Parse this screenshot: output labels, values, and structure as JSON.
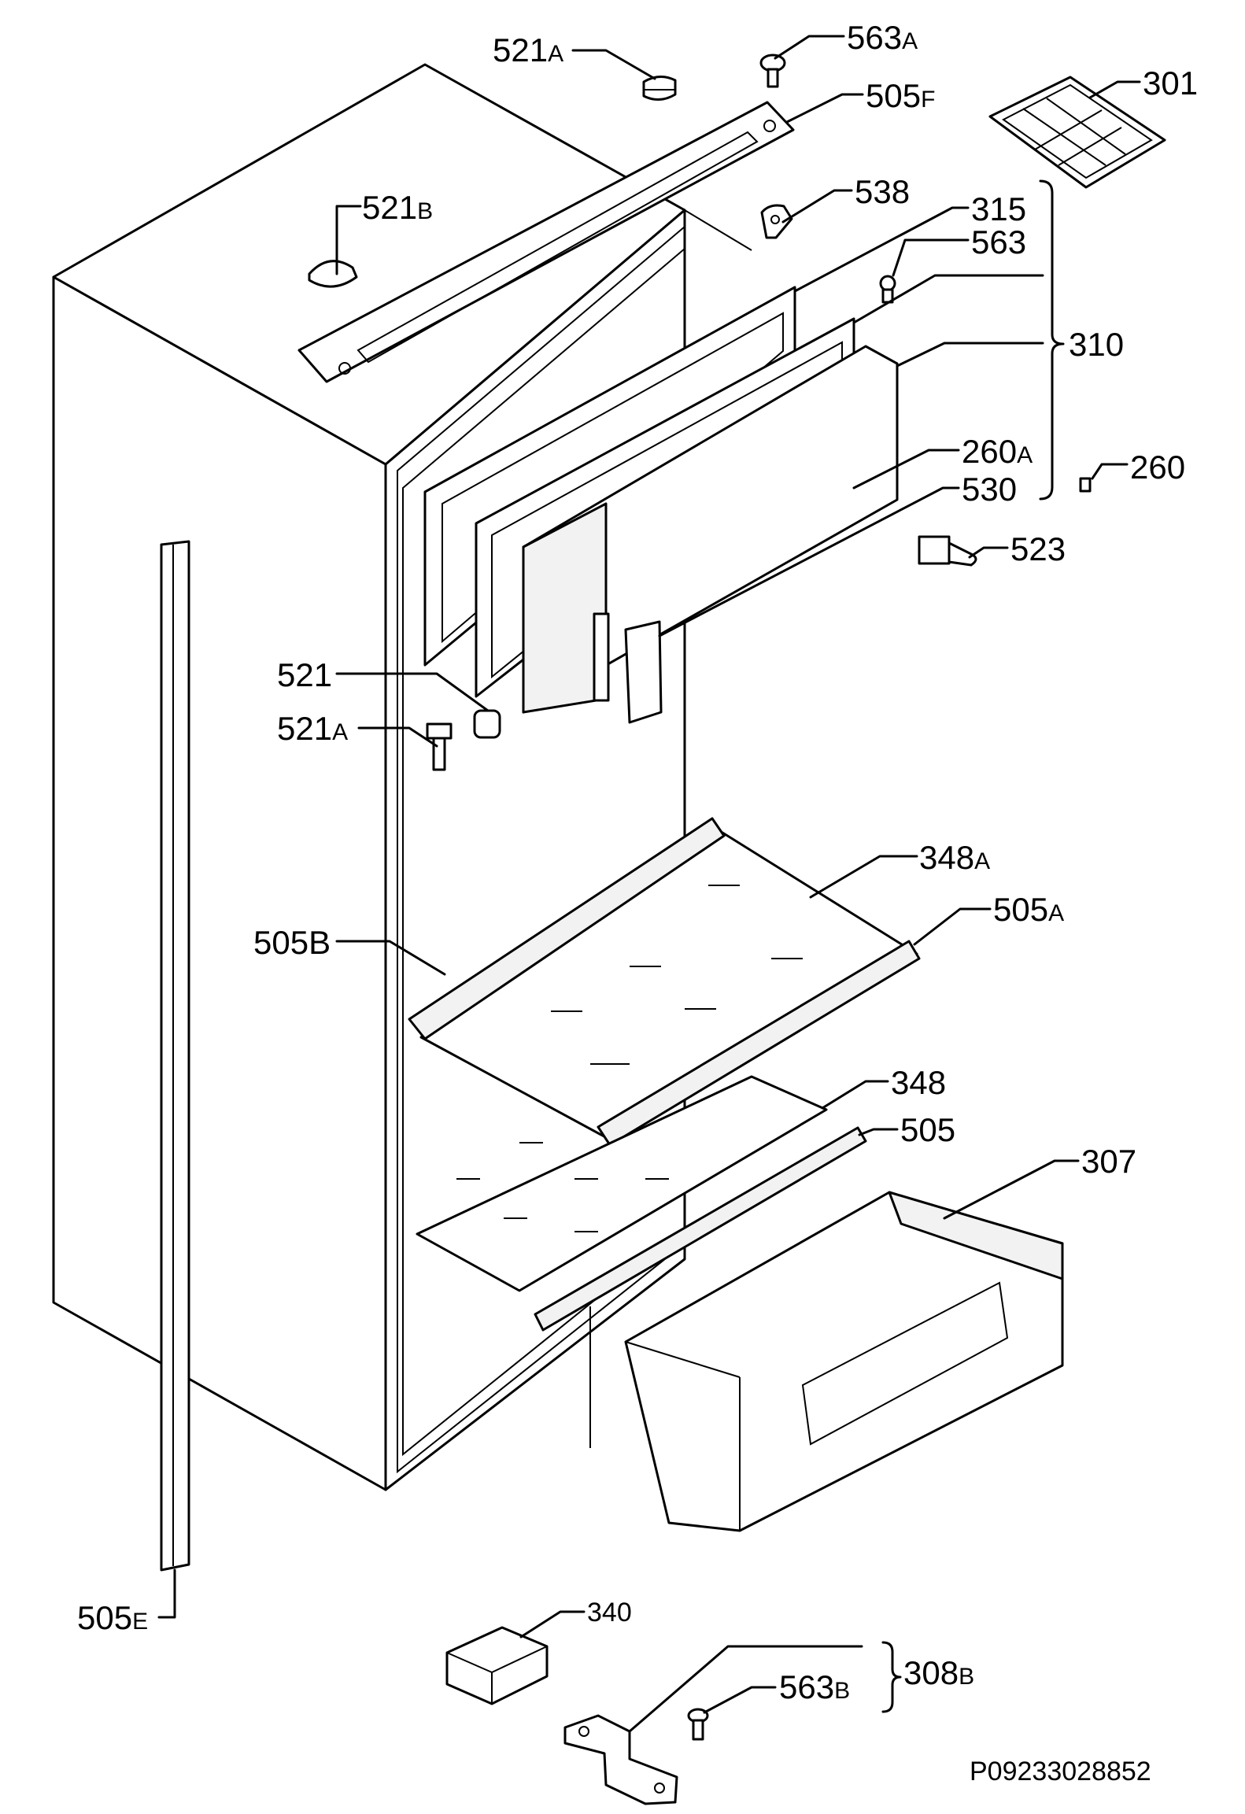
{
  "callouts": [
    {
      "id": "521A_top",
      "num": "521",
      "suffix": "A"
    },
    {
      "id": "563A",
      "num": "563",
      "suffix": "A"
    },
    {
      "id": "505F",
      "num": "505",
      "suffix": "F"
    },
    {
      "id": "301",
      "num": "301",
      "suffix": ""
    },
    {
      "id": "521B",
      "num": "521",
      "suffix": "B"
    },
    {
      "id": "538",
      "num": "538",
      "suffix": ""
    },
    {
      "id": "315",
      "num": "315",
      "suffix": ""
    },
    {
      "id": "563",
      "num": "563",
      "suffix": ""
    },
    {
      "id": "310",
      "num": "310",
      "suffix": ""
    },
    {
      "id": "260A",
      "num": "260",
      "suffix": "A"
    },
    {
      "id": "260",
      "num": "260",
      "suffix": ""
    },
    {
      "id": "530",
      "num": "530",
      "suffix": ""
    },
    {
      "id": "523",
      "num": "523",
      "suffix": ""
    },
    {
      "id": "521",
      "num": "521",
      "suffix": ""
    },
    {
      "id": "521A_mid",
      "num": "521",
      "suffix": "A"
    },
    {
      "id": "348A",
      "num": "348",
      "suffix": "A"
    },
    {
      "id": "505A",
      "num": "505",
      "suffix": "A"
    },
    {
      "id": "505B",
      "num": "505B",
      "suffix": ""
    },
    {
      "id": "348",
      "num": "348",
      "suffix": ""
    },
    {
      "id": "505",
      "num": "505",
      "suffix": ""
    },
    {
      "id": "307",
      "num": "307",
      "suffix": ""
    },
    {
      "id": "505E",
      "num": "505",
      "suffix": "E"
    },
    {
      "id": "340",
      "num": "340",
      "suffix": ""
    },
    {
      "id": "563B",
      "num": "563",
      "suffix": "B"
    },
    {
      "id": "308B",
      "num": "308",
      "suffix": "B"
    }
  ],
  "reference_code": "P09233028852"
}
